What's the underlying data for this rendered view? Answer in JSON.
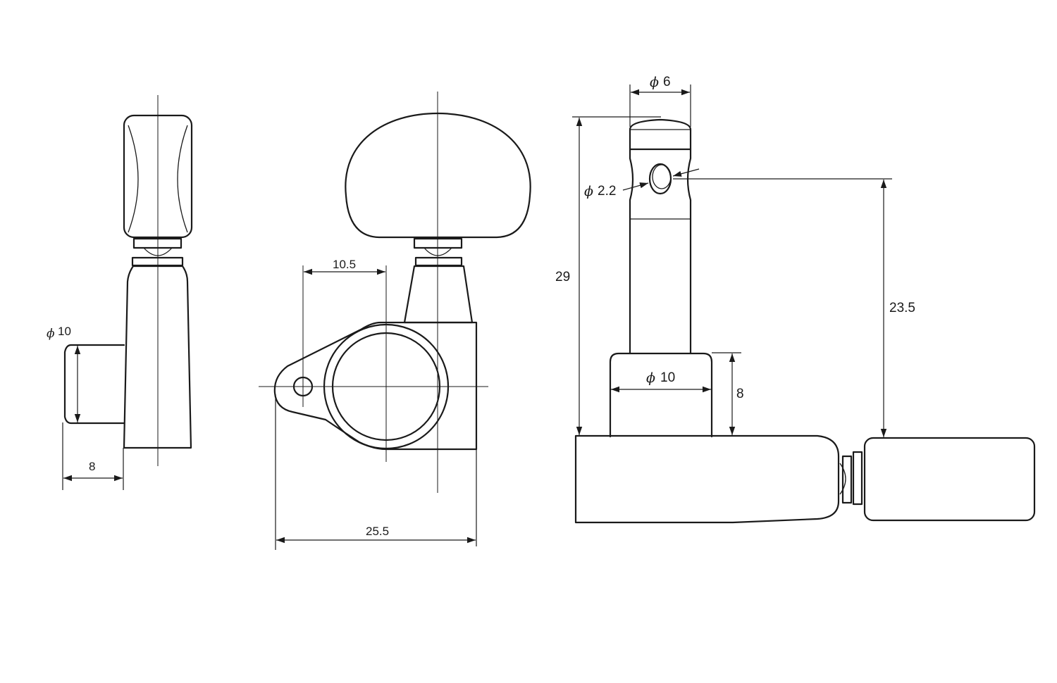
{
  "dimensions": {
    "side_view": {
      "shaft_diameter": "10",
      "shaft_length": "8"
    },
    "front_view": {
      "hole_offset": "10.5",
      "overall_width": "25.5"
    },
    "top_view": {
      "post_diameter": "6",
      "string_hole_diameter": "2.2",
      "overall_height": "29",
      "string_hole_height": "23.5",
      "bushing_diameter": "10",
      "bushing_height": "8"
    }
  },
  "symbols": {
    "diameter": "ϕ"
  }
}
